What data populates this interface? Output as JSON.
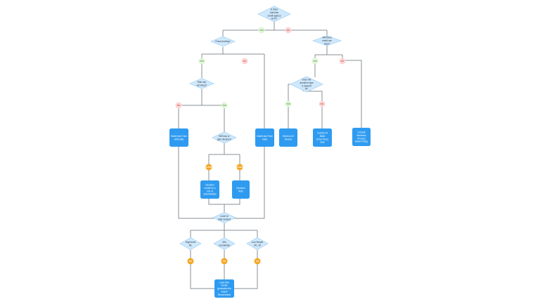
{
  "colors": {
    "diamond": "#cfe8fb",
    "diamond_stroke": "#a9d4f5",
    "box": "#2f9bf0",
    "box_text": "#ffffff",
    "line": "#8a8f96",
    "yes_bg": "#dff5d8",
    "yes_text": "#5aa64a",
    "no_bg": "#fbd6d6",
    "no_text": "#d45a5a",
    "tie_bg": "#f5a623",
    "tie_text": "#ffffff",
    "diamond_text": "#2a3440"
  },
  "nodes": {
    "q_root": "Is there real-time credit agency error?",
    "q_left1": "Fraud scoring?",
    "q_right1": "Will there credit use case?",
    "q_left2": "Risk use accuracy?",
    "q_right2": "Does the question type a tradeoff fit?",
    "q_left3": "Will loss or gain decision?",
    "q_merge": "Level of data needed",
    "q_b1": "High-level ML",
    "q_b2": "Mid Complexity",
    "q_b3": "Low Simple ML, BI",
    "box_left_no": "Model and Tune with Data",
    "box_mid": "Model and Tune Data",
    "box_loss": "Decision model for a mix of deterministic",
    "box_gain": "Decision Rule",
    "box_r_yes": "Build on AI Service",
    "box_r_no": "Custom AI Build (Fine-Tune) data",
    "box_far": "Consult Business Process Model Policy",
    "box_final": "Lead time model generates the output Recommend"
  },
  "labels": {
    "yes": "YES",
    "no": "NO",
    "loss": "LOSS",
    "gain": "GAIN",
    "tie": "TIE"
  }
}
